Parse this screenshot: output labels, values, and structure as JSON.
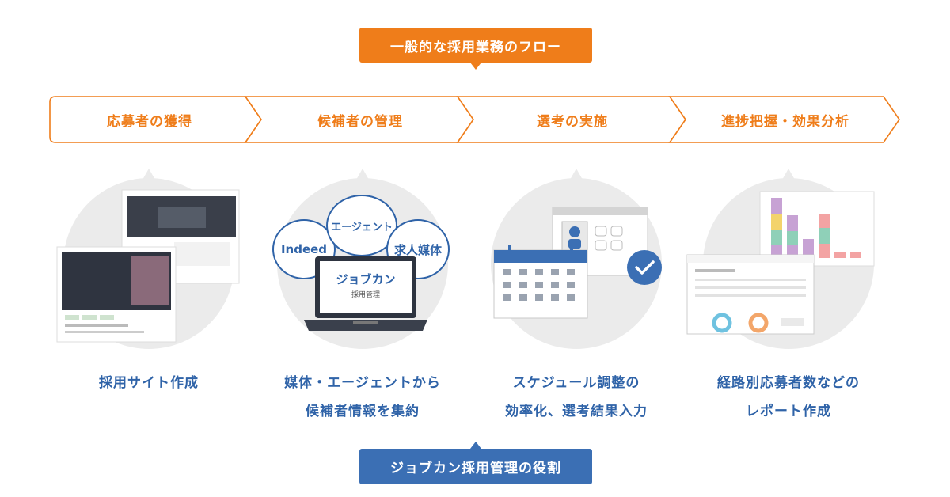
{
  "header": {
    "title": "一般的な採用業務のフロー"
  },
  "flow_steps": [
    {
      "label": "応募者の獲得"
    },
    {
      "label": "候補者の管理"
    },
    {
      "label": "選考の実施"
    },
    {
      "label": "進捗把握・効果分析"
    }
  ],
  "roles": [
    {
      "line1": "採用サイト作成",
      "line2": ""
    },
    {
      "line1": "媒体・エージェントから",
      "line2": "候補者情報を集約"
    },
    {
      "line1": "スケジュール調整の",
      "line2": "効率化、選考結果入力"
    },
    {
      "line1": "経路別応募者数などの",
      "line2": "レポート作成"
    }
  ],
  "illustration2": {
    "sources": [
      "Indeed",
      "エージェント",
      "求人媒体"
    ],
    "screen_title": "ジョブカン",
    "screen_subtitle": "採用管理"
  },
  "footer": {
    "title": "ジョブカン採用管理の役割"
  },
  "colors": {
    "accent_orange": "#ef7d1a",
    "accent_blue": "#3b6fb4",
    "bubble_gray": "#ebebeb"
  }
}
